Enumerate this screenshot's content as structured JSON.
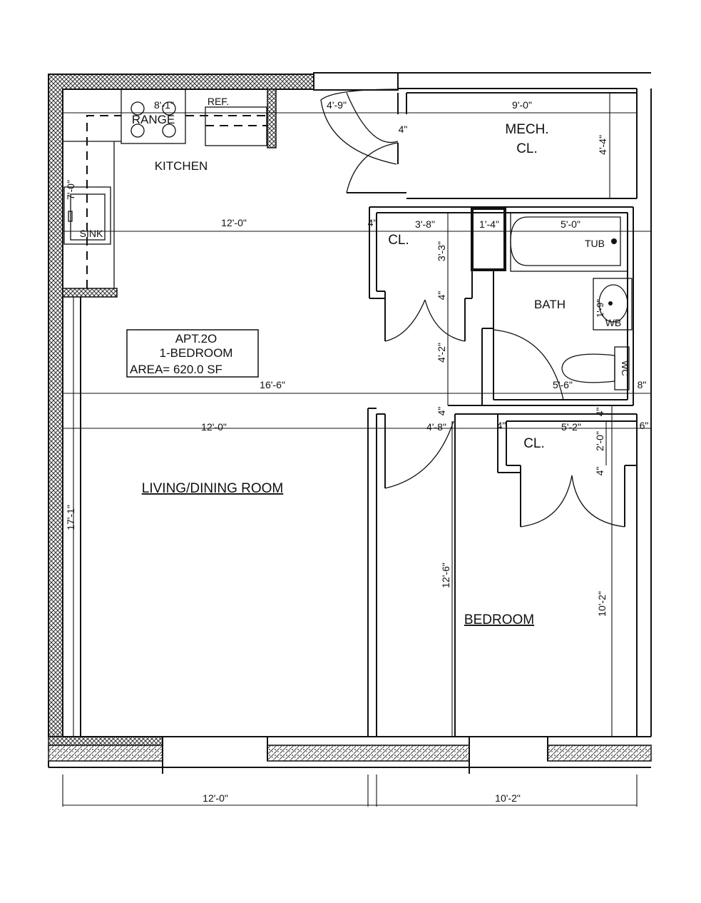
{
  "plan": {
    "info_box": {
      "apt": "APT.2O",
      "type": "1-BEDROOM",
      "area": "AREA=  620.0 SF"
    },
    "rooms": {
      "kitchen": "KITCHEN",
      "mech": "MECH.",
      "mech_cl": "CL.",
      "hall_closet": "CL.",
      "bath": "BATH",
      "bed_closet": "CL.",
      "living": "LIVING/DINING ROOM",
      "bedroom": "BEDROOM"
    },
    "fixtures": {
      "ref": "REF.",
      "range": "RANGE",
      "sink": "SINK",
      "tub": "TUB",
      "wb": "WB",
      "wc": "WC"
    },
    "dimensions": {
      "kitchen_width": "8'-1\"",
      "door_width": "4'-9\"",
      "mech_width": "9'-0\"",
      "wall_4a": "4\"",
      "mech_depth": "4'-4\"",
      "kitchen_depth": "7'-0\"",
      "upper_width": "12'-0\"",
      "wall_4b": "4\"",
      "closet_width": "3'-8\"",
      "chase_width": "1'-4\"",
      "tub_width": "5'-0\"",
      "closet_depth": "3'-3\"",
      "wall_4c": "4\"",
      "wb_dim": "1'-9\"",
      "hall_depth": "4'-2\"",
      "total_width": "16'-6\"",
      "bath_depth": "5'-6\"",
      "wall_8": "8\"",
      "wall_4d": "4\"",
      "living_width": "12'-0\"",
      "hall_width": "4'-8\"",
      "wall_4e": "4\"",
      "bed_closet_width": "5'-2\"",
      "wall_6": "6\"",
      "wall_4f": "4\"",
      "bed_closet_depth": "2'-0\"",
      "wall_4g": "4\"",
      "living_depth": "17'-1\"",
      "bed_depth_a": "12'-6\"",
      "bed_depth_b": "10'-2\"",
      "bottom_living": "12'-0\"",
      "bottom_bed": "10'-2\""
    },
    "colors": {
      "ink": "#111111",
      "hatch": "#555555"
    }
  }
}
